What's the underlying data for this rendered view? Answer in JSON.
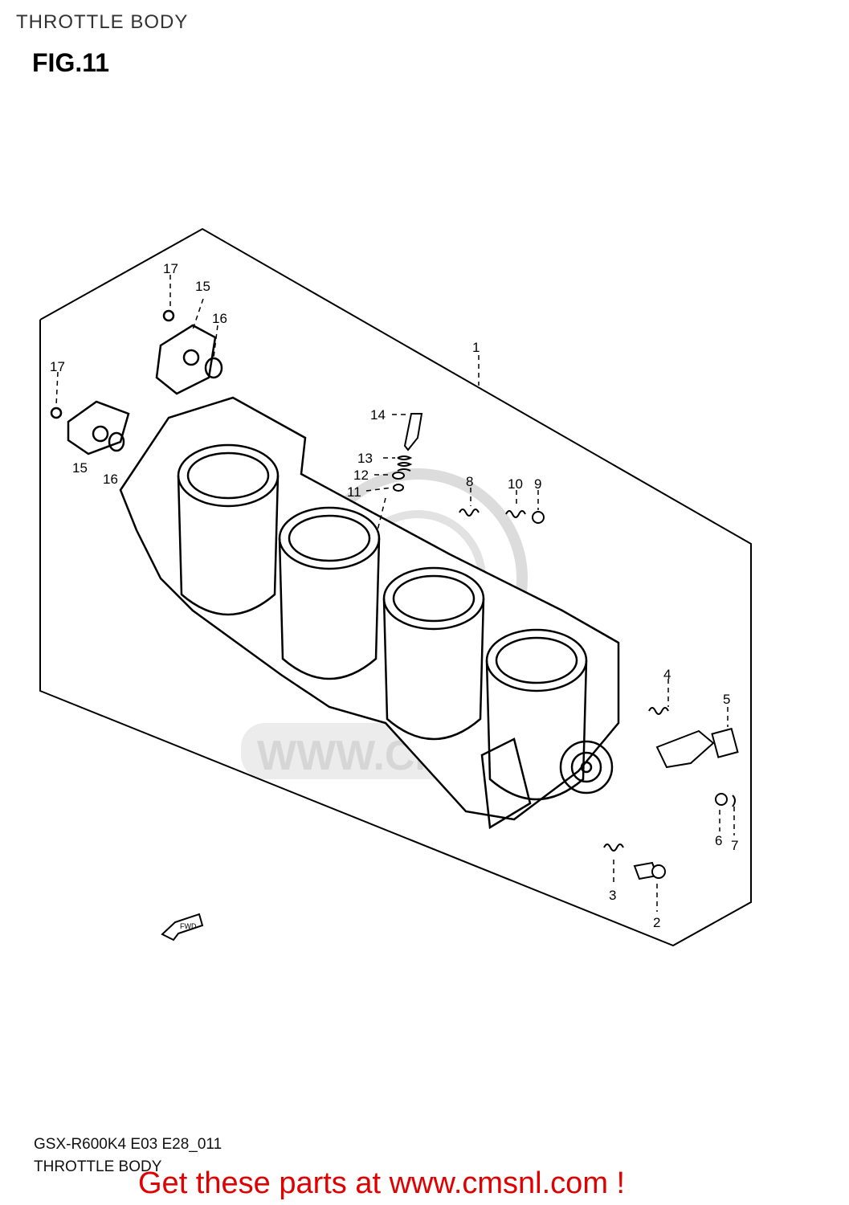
{
  "header": {
    "title": "THROTTLE BODY"
  },
  "figure": {
    "label": "FIG.11"
  },
  "watermark": {
    "text": "WWW.CMSNL"
  },
  "fwd_marker": {
    "text": "FWD"
  },
  "callouts": [
    "1",
    "2",
    "3",
    "4",
    "5",
    "6",
    "7",
    "8",
    "9",
    "10",
    "11",
    "12",
    "13",
    "14",
    "15",
    "16",
    "17",
    "15",
    "16",
    "17"
  ],
  "footer": {
    "model_code": "GSX-R600K4 E03 E28_011",
    "name": "THROTTLE BODY",
    "promo": "Get these parts at www.cmsnl.com !"
  },
  "colors": {
    "line": "#000000",
    "watermark": "#d6d6d6",
    "promo": "#e00000"
  }
}
